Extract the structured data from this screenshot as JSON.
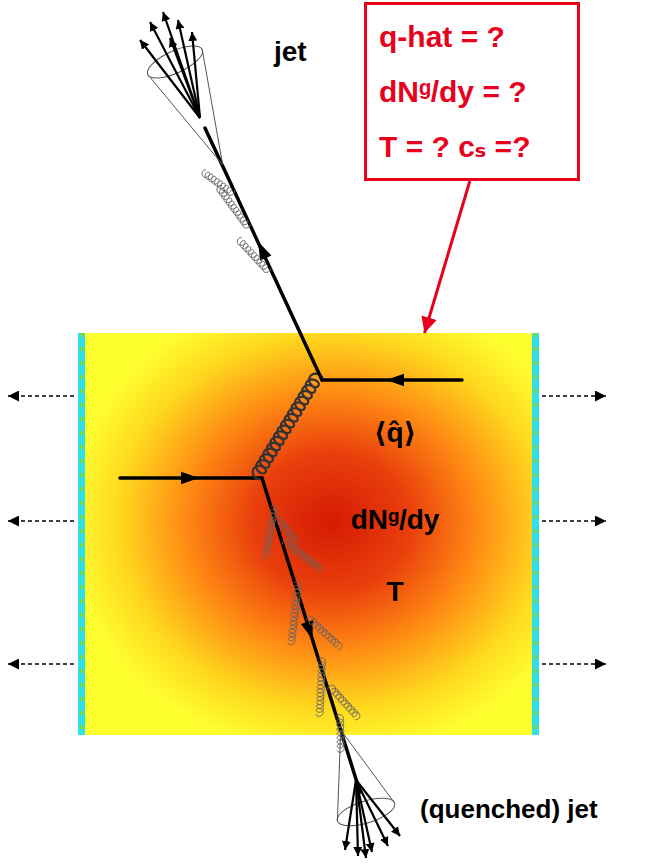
{
  "diagram": {
    "nodes": [
      {
        "text": [
          "q-hat = ?",
          "dNᵍ/dy = ?",
          "T = ? cₛ =?"
        ]
      },
      {
        "text": [
          "⟨q̂⟩",
          "dNᵍ/dy",
          "T"
        ]
      }
    ],
    "edges": [
      {
        "from": 0,
        "to": 1,
        "arrow": "to"
      }
    ],
    "labels": [
      "jet",
      "(quenched) jet"
    ]
  }
}
